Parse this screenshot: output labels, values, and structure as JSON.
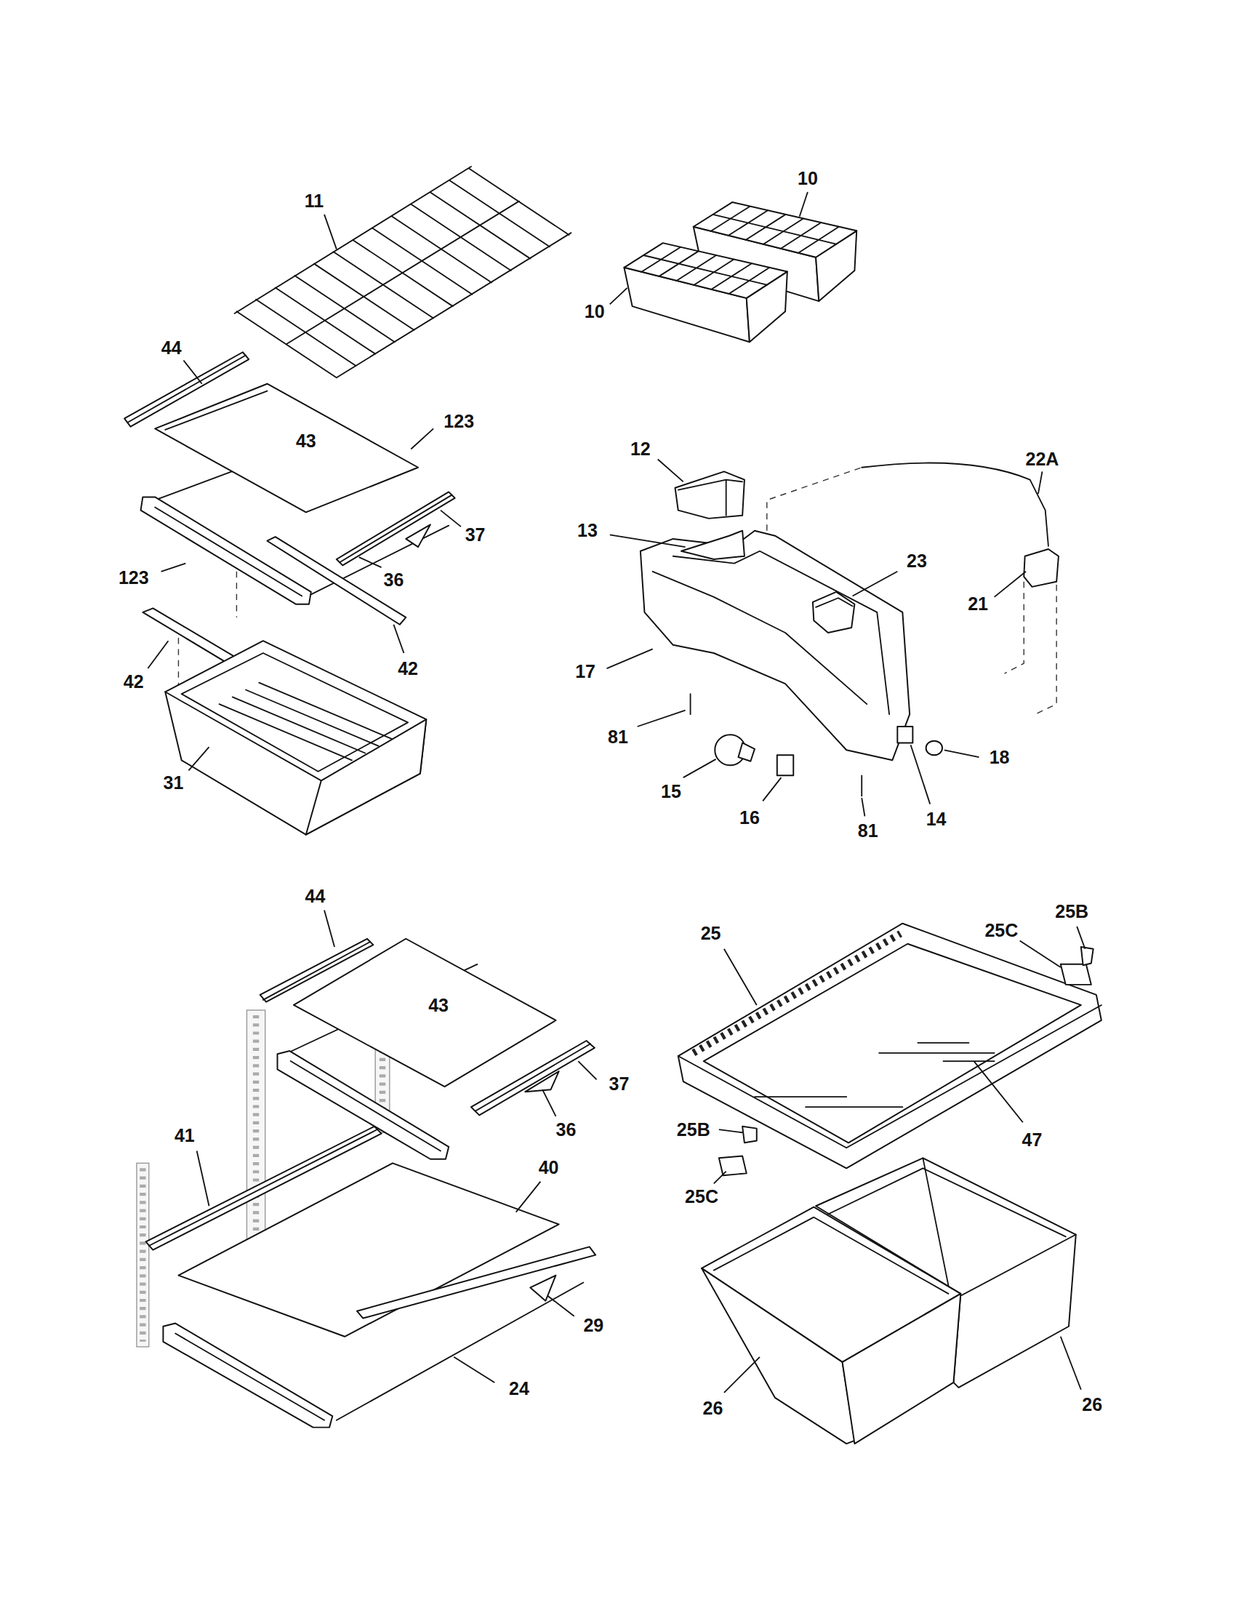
{
  "diagram": {
    "labels": [
      "11",
      "10",
      "10",
      "44",
      "43",
      "123",
      "37",
      "36",
      "123",
      "42",
      "42",
      "31",
      "12",
      "22A",
      "13",
      "23",
      "21",
      "17",
      "81",
      "18",
      "15",
      "16",
      "14",
      "81",
      "44",
      "25B",
      "25",
      "25C",
      "43",
      "37",
      "36",
      "41",
      "40",
      "25B",
      "47",
      "25C",
      "29",
      "24",
      "26",
      "26"
    ]
  }
}
